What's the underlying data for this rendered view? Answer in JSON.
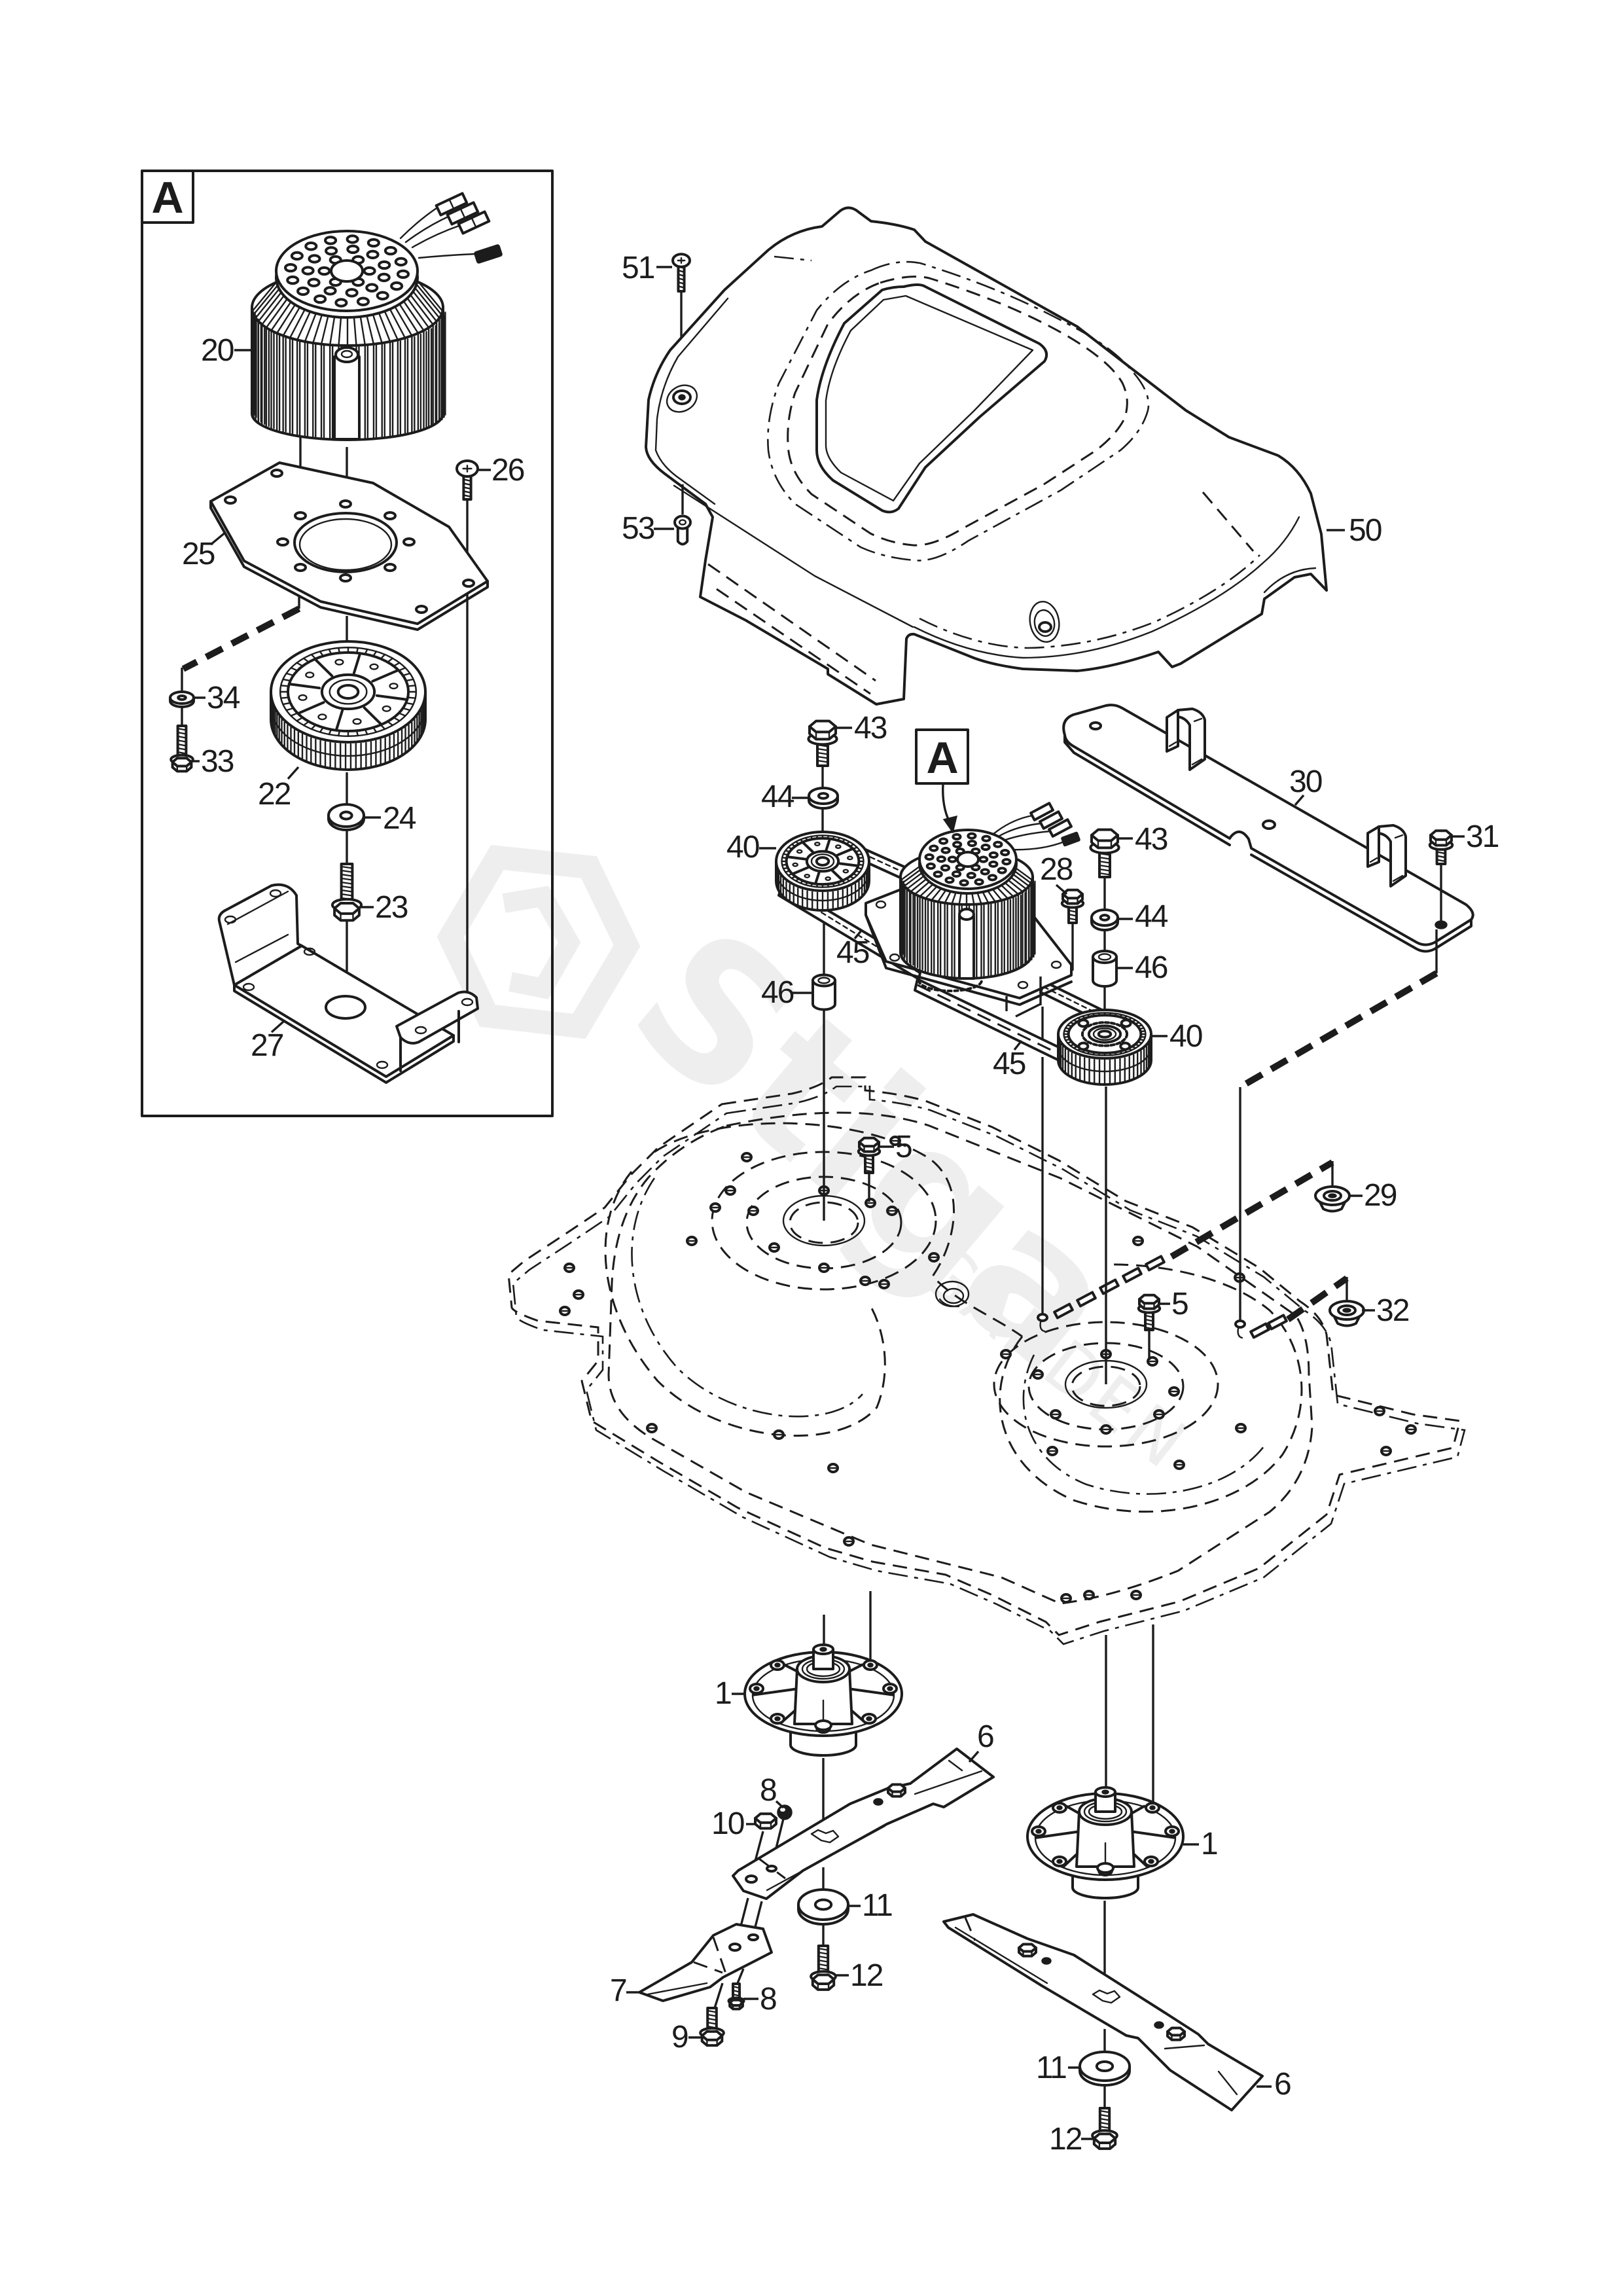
{
  "diagram": {
    "inset": {
      "tag": "A",
      "callouts": {
        "motor": "20",
        "motor_screw": "26",
        "motor_plate": "25",
        "washer_34": "34",
        "bolt_33": "33",
        "drive_pulley": "22",
        "washer_24": "24",
        "bolt_23": "23",
        "motor_bracket": "27"
      }
    },
    "main": {
      "motor_reference_tag": "A",
      "callouts": {
        "cover_screw": "51",
        "cover_plug": "53",
        "cover": "50",
        "pulley_bolt_left": "43",
        "pulley_washer_left": "44",
        "support_bracket": "30",
        "pulley_left": "40",
        "pulley_bolt_right": "43",
        "bracket_bolt": "31",
        "motor_bolt": "28",
        "pulley_washer_right": "44",
        "belt_upper": "45",
        "spacer_right": "46",
        "spacer_left": "46",
        "pulley_right": "40",
        "belt_lower": "45",
        "deck_bolt_left": "5",
        "nut_29": "29",
        "deck_bolt_right": "5",
        "nut_32": "32",
        "spindle_left": "1",
        "blade_left": "6",
        "nut_8_top": "8",
        "nut_10": "10",
        "spindle_right": "1",
        "blade_washer_left": "11",
        "blade_bolt_left": "12",
        "blade_7": "7",
        "screw_8_bottom": "8",
        "bolt_9": "9",
        "blade_washer_right": "11",
        "blade_right": "6",
        "blade_bolt_right": "12"
      }
    }
  },
  "watermark": {
    "brand": "Stiga",
    "tagline": "GARDEN"
  }
}
